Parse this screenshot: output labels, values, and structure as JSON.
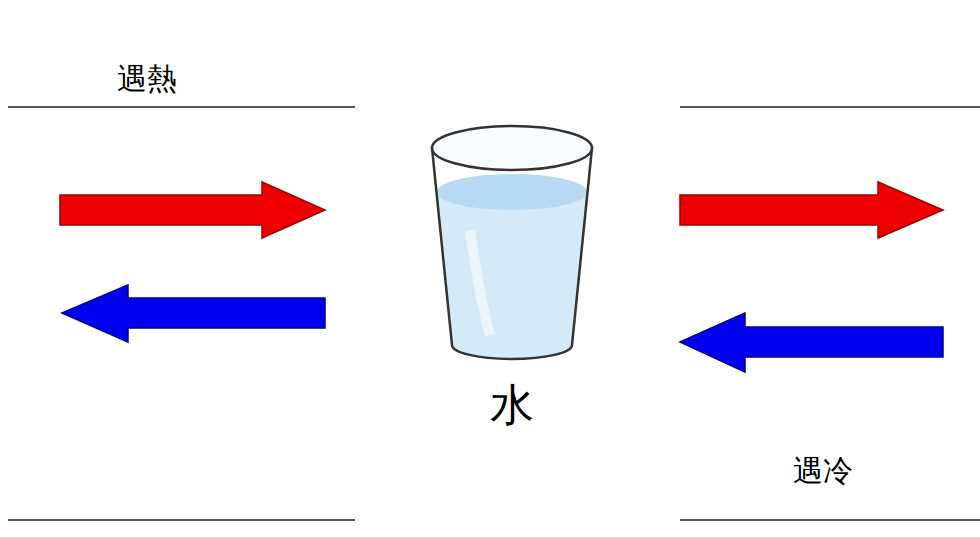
{
  "diagram": {
    "labels": [
      "遇熱",
      "水",
      "遇冷"
    ]
  }
}
